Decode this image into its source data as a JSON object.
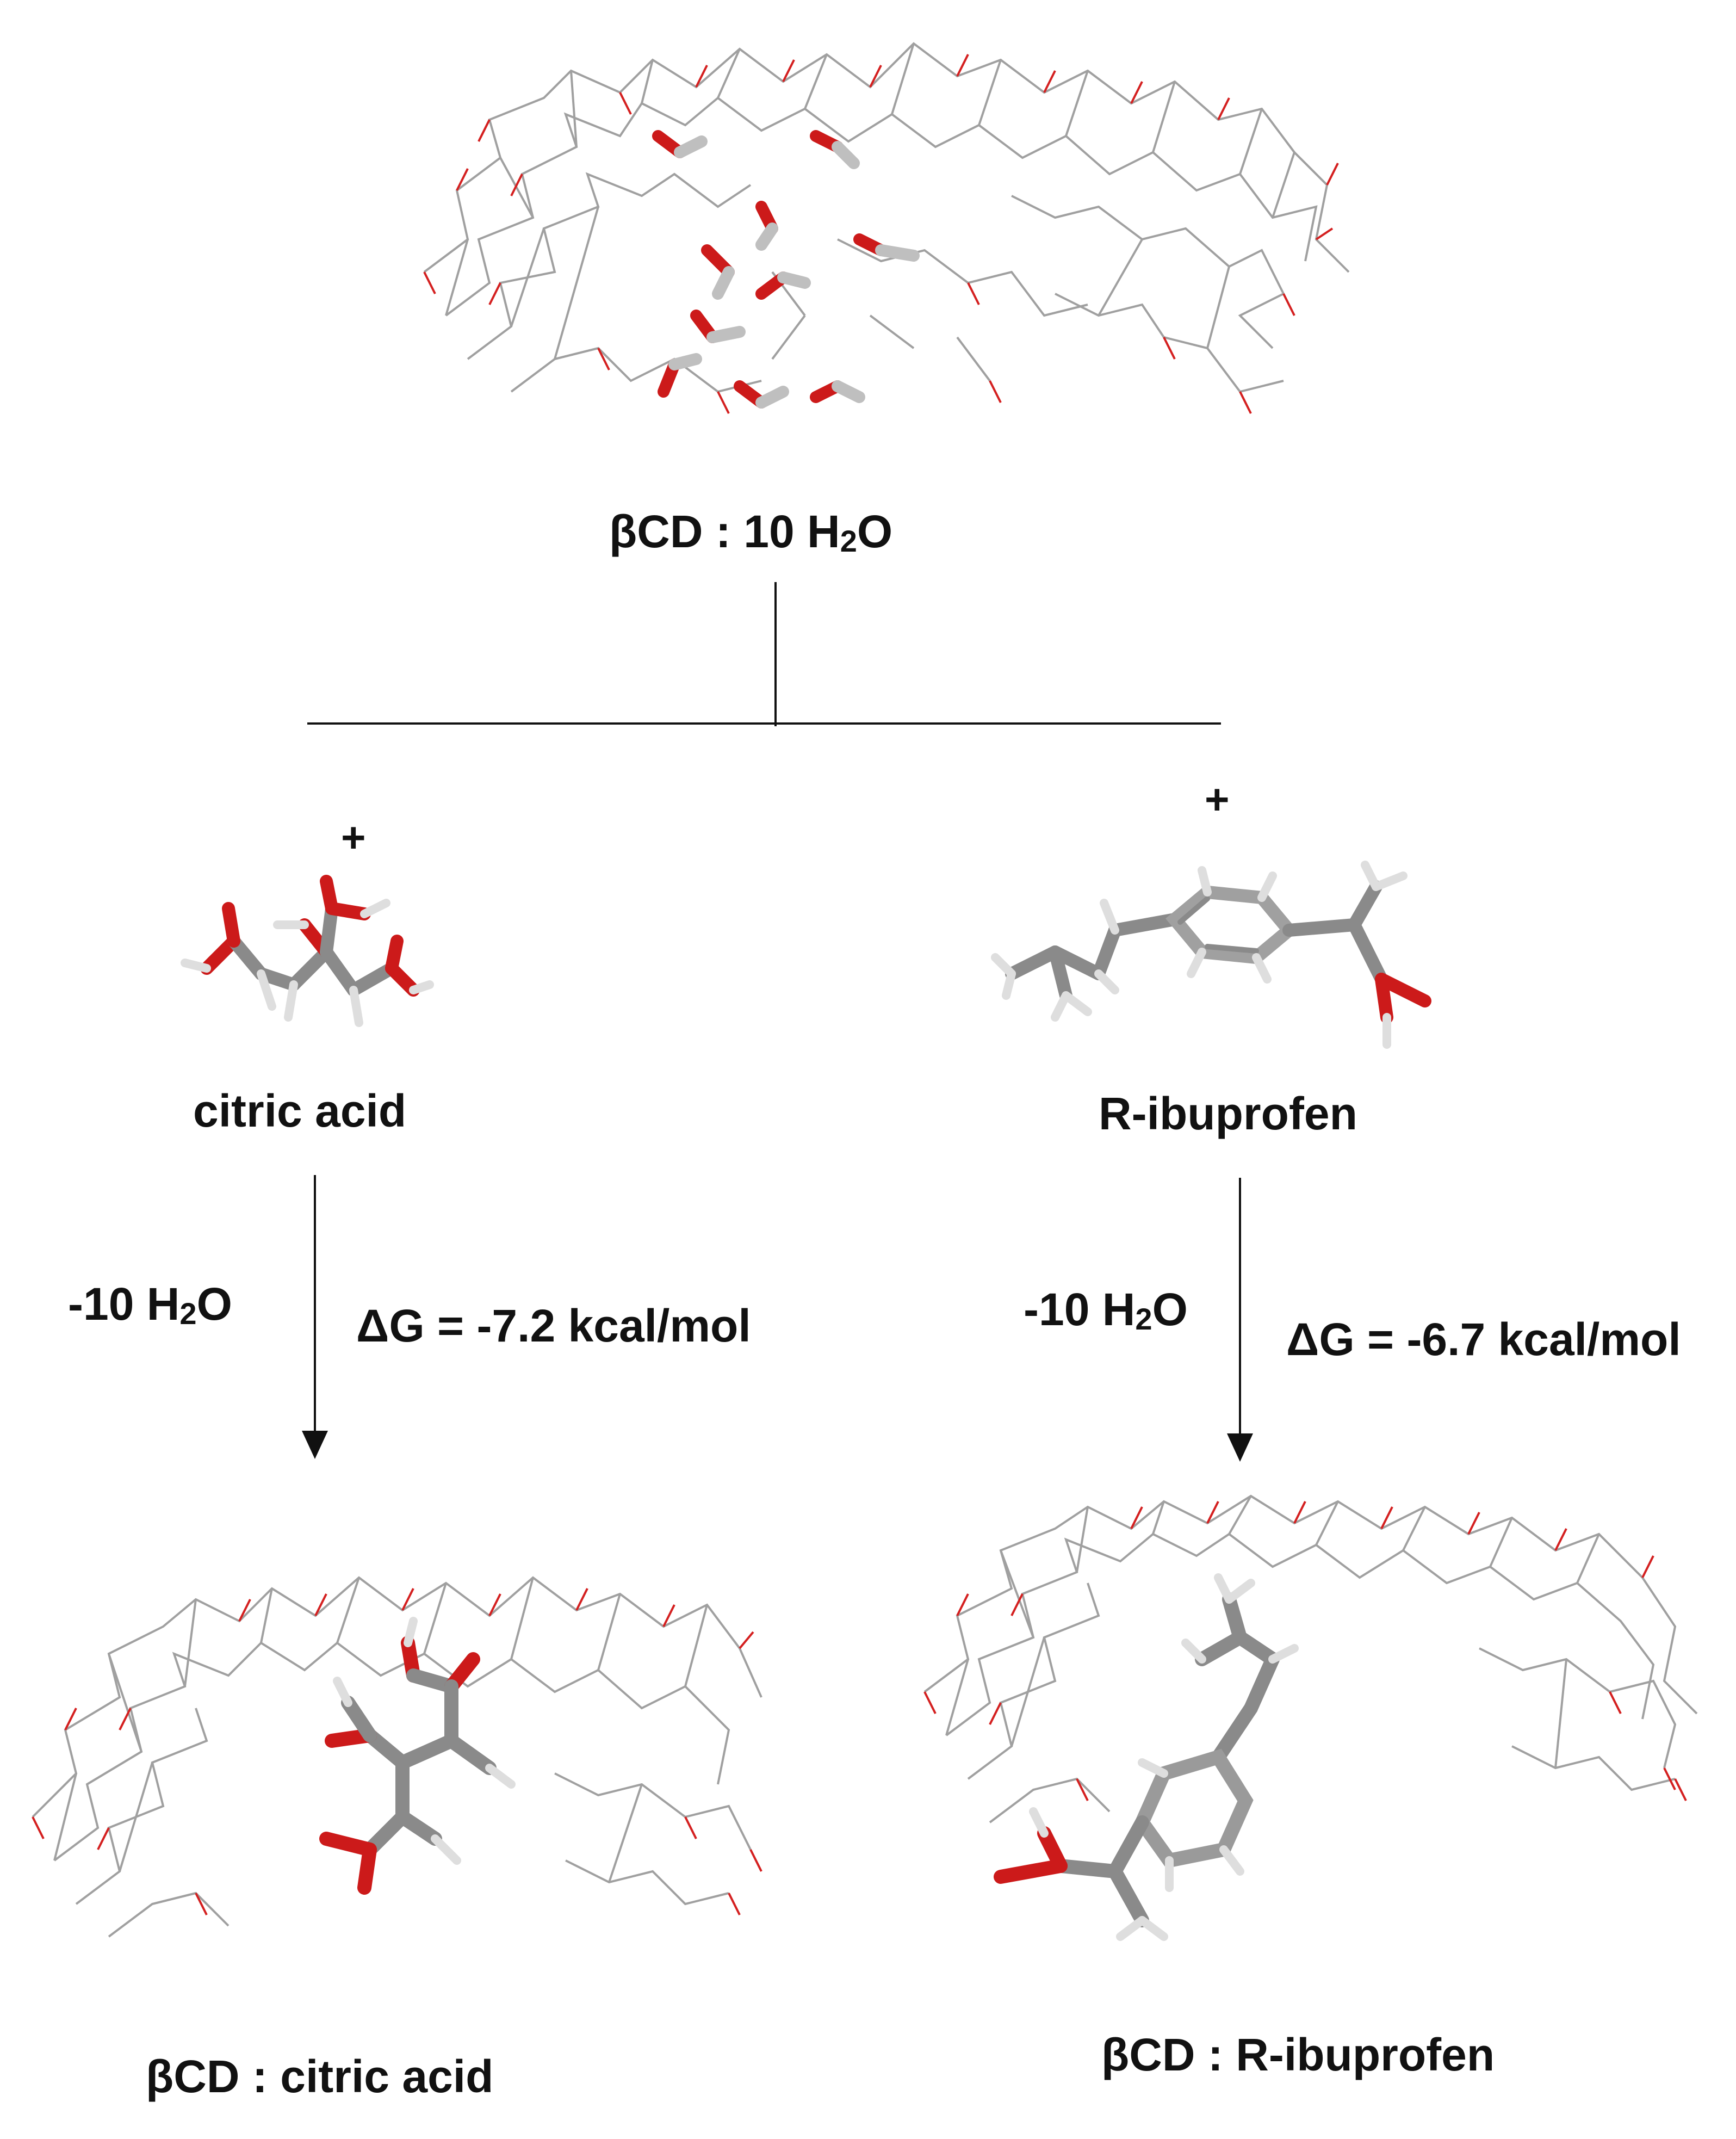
{
  "top": {
    "label_prefix": "βCD : 10 H",
    "label_sub": "2",
    "label_suffix": "O"
  },
  "left_branch": {
    "plus": "+",
    "guest": "citric acid",
    "step_prefix": "-10 H",
    "step_sub": "2",
    "step_suffix": "O",
    "delta_g": "ΔG = -7.2 kcal/mol",
    "product": "βCD : citric acid"
  },
  "right_branch": {
    "plus": "+",
    "guest": "R-ibuprofen",
    "step_prefix": "-10 H",
    "step_sub": "2",
    "step_suffix": "O",
    "delta_g": "ΔG = -6.7 kcal/mol",
    "product": "βCD : R-ibuprofen"
  },
  "colors": {
    "carbon": "#8a8a8a",
    "oxygen": "#d01818",
    "hydrogen": "#e6e6e6",
    "wire": "#9a9a9a",
    "line": "#111111"
  }
}
